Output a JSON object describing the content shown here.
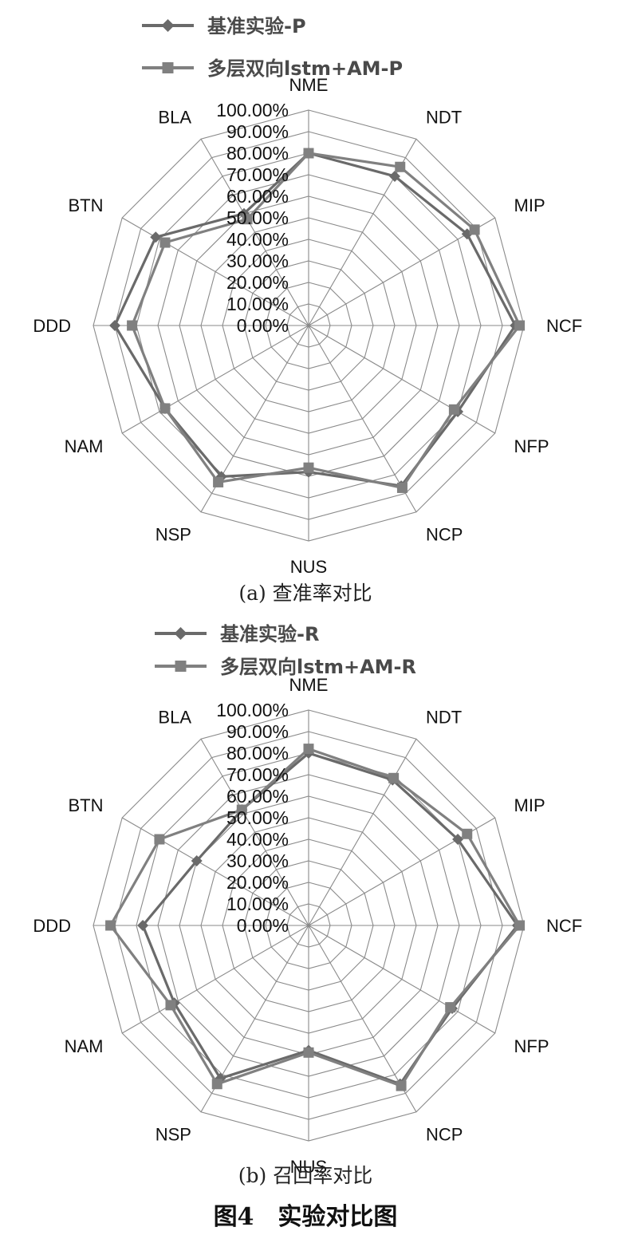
{
  "figure_title": "图4　实验对比图",
  "colors": {
    "grid": "#8a8a8a",
    "series_baseline": "#6a6a6a",
    "series_model": "#808080",
    "text": "#111111"
  },
  "chart_data": [
    {
      "type": "radar",
      "caption": "(a)  查准率对比",
      "categories": [
        "NME",
        "NDT",
        "MIP",
        "NCF",
        "NFP",
        "NCP",
        "NUS",
        "NSP",
        "NAM",
        "DDD",
        "BTN",
        "BLA"
      ],
      "tick_labels": [
        "0.00%",
        "10.00%",
        "20.00%",
        "30.00%",
        "40.00%",
        "50.00%",
        "60.00%",
        "70.00%",
        "80.00%",
        "90.00%",
        "100.00%"
      ],
      "rlim": [
        0,
        100
      ],
      "legend_position": "top-left",
      "series": [
        {
          "name": "基准实验-P",
          "marker": "diamond",
          "values": [
            80,
            80,
            85,
            96,
            80,
            86,
            68,
            81,
            77,
            90,
            82,
            60
          ]
        },
        {
          "name": "多层双向lstm+AM-P",
          "marker": "square",
          "values": [
            80,
            85,
            89,
            98,
            78,
            87,
            66,
            84,
            77,
            82,
            77,
            57
          ]
        }
      ]
    },
    {
      "type": "radar",
      "caption": "(b)  召回率对比",
      "categories": [
        "NME",
        "NDT",
        "MIP",
        "NCF",
        "NFP",
        "NCP",
        "NUS",
        "NSP",
        "NAM",
        "DDD",
        "BTN",
        "BLA"
      ],
      "tick_labels": [
        "0.00%",
        "10.00%",
        "20.00%",
        "30.00%",
        "40.00%",
        "50.00%",
        "60.00%",
        "70.00%",
        "80.00%",
        "90.00%",
        "100.00%"
      ],
      "rlim": [
        0,
        100
      ],
      "legend_position": "top-left",
      "series": [
        {
          "name": "基准实验-R",
          "marker": "diamond",
          "values": [
            80,
            78,
            80,
            97,
            77,
            85,
            58,
            82,
            72,
            77,
            60,
            62
          ]
        },
        {
          "name": "多层双向lstm+AM-R",
          "marker": "square",
          "values": [
            82,
            79,
            85,
            98,
            76,
            86,
            59,
            85,
            74,
            92,
            80,
            62
          ]
        }
      ]
    }
  ]
}
